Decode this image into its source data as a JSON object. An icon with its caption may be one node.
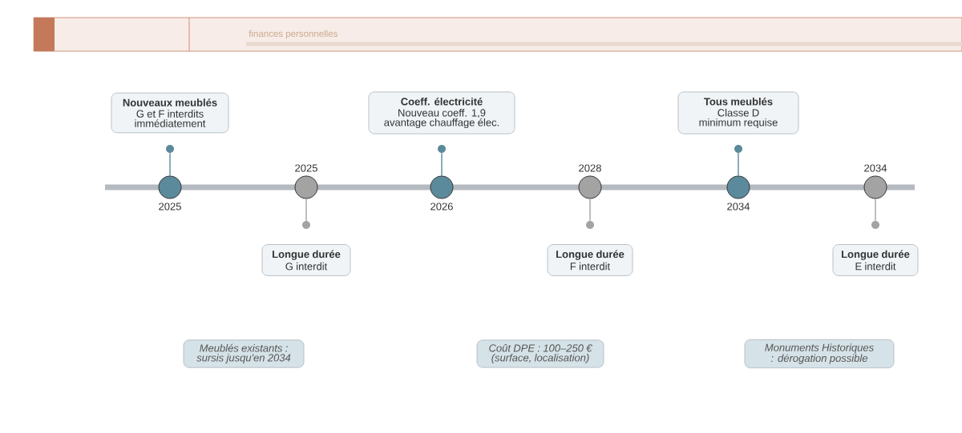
{
  "diagram": {
    "nodes": [
      {
        "text": [
          "Nouveaux meublés",
          "G et F interdits immédiatement"
        ]
      },
      {
        "text": [],
        "shape": "circle",
        "beside": [
          "2025"
        ]
      },
      {
        "text": [],
        "shape": "circle",
        "beside": [
          "2025"
        ]
      },
      {
        "text": [
          "Longue durée",
          "G interdit"
        ]
      },
      {
        "text": [
          "Coeff. électricité",
          "Nouveau coeff. 1,9 avantage chauffage élec."
        ]
      },
      {
        "text": [],
        "shape": "circle",
        "beside": [
          "2026"
        ]
      },
      {
        "text": [],
        "shape": "circle",
        "beside": [
          "2028"
        ]
      },
      {
        "text": [
          "Longue durée",
          "F interdit"
        ]
      },
      {
        "text": [
          "Tous meublés",
          "Classe D minimum requise"
        ]
      },
      {
        "text": [],
        "shape": "circle",
        "beside": [
          "2034"
        ]
      },
      {
        "text": [],
        "shape": "circle",
        "beside": [
          "2034"
        ]
      },
      {
        "text": [
          "Longue durée",
          "E interdit"
        ]
      },
      {
        "text": [
          "Meublés existants : sursis jusqu'en 2034"
        ]
      },
      {
        "text": [
          "Coût DPE : 100–250 € (surface, localisation)"
        ]
      },
      {
        "text": [
          "Monuments Historiques : dérogation possible"
        ]
      },
      {
        "text": [],
        "shape": "circle"
      },
      {
        "text": [],
        "shape": "circle"
      },
      {
        "text": [],
        "shape": "circle"
      },
      {
        "text": [],
        "shape": "circle"
      },
      {
        "text": [],
        "shape": "circle"
      },
      {
        "text": [],
        "shape": "circle"
      }
    ],
    "edges": [
      {
        "from": 1,
        "to": 15,
        "arrow": "none",
        "color": "#5b8a9c"
      },
      {
        "from": 2,
        "to": 16,
        "arrow": "none",
        "color": "#a3a3a3"
      },
      {
        "from": 5,
        "to": 17,
        "arrow": "none",
        "color": "#5b8a9c"
      },
      {
        "from": 6,
        "to": 18,
        "arrow": "none",
        "color": "#a3a3a3"
      },
      {
        "from": 9,
        "to": 19,
        "arrow": "none",
        "color": "#5b8a9c"
      },
      {
        "from": 10,
        "to": 20,
        "arrow": "none",
        "color": "#a3a3a3"
      }
    ],
    "labels": [
      "finances personnelles"
    ]
  }
}
